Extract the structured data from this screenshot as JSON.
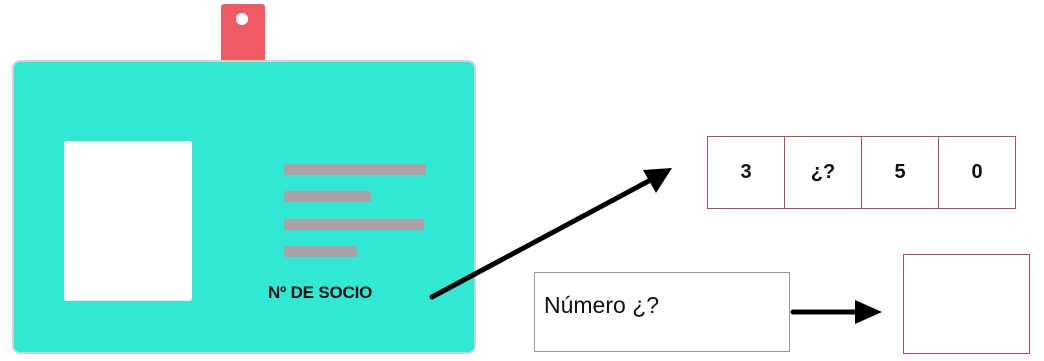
{
  "colors": {
    "card_fill": "#30e8d3",
    "clip_fill": "#f05b63",
    "text_line_fill": "#ad9fa3",
    "box_border": "#b04d55"
  },
  "card": {
    "label": "Nº DE SOCIO"
  },
  "digits": [
    "3",
    "¿?",
    "5",
    "0"
  ],
  "number_box": {
    "label": "Número ¿?"
  }
}
